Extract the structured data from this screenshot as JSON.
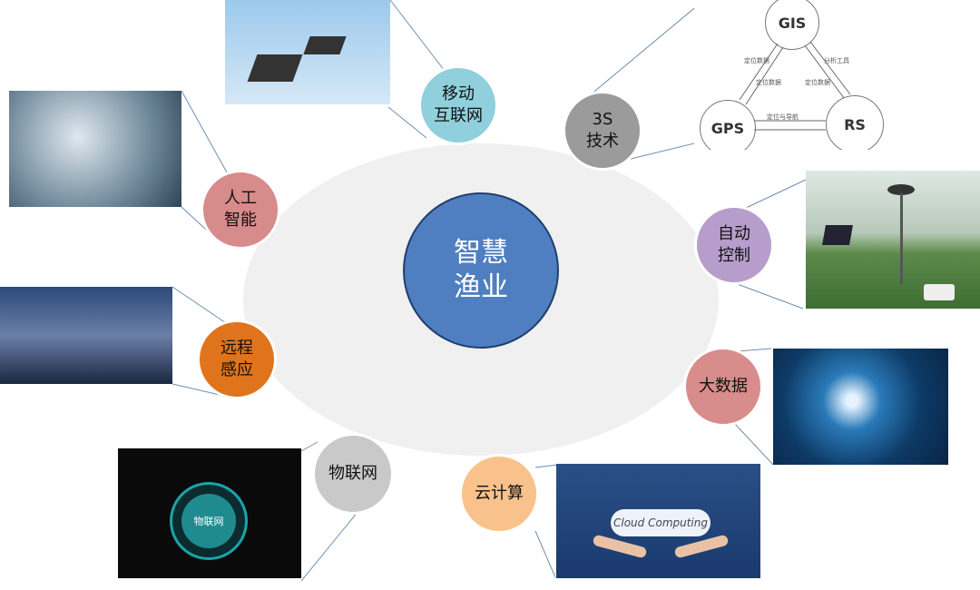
{
  "center": {
    "label": "智慧\n渔业",
    "color": "#4f7fc0"
  },
  "nodes": [
    {
      "id": "mobile",
      "label": "移动\n互联网",
      "color": "#8fd0dc"
    },
    {
      "id": "3s",
      "label": "3S\n技术",
      "color": "#9b9b9b"
    },
    {
      "id": "auto",
      "label": "自动\n控制",
      "color": "#b79dcc"
    },
    {
      "id": "bigdata",
      "label": "大数据",
      "color": "#d98c8c"
    },
    {
      "id": "cloud",
      "label": "云计算",
      "color": "#f9c28c"
    },
    {
      "id": "iot",
      "label": "物联网",
      "color": "#c9c9c9"
    },
    {
      "id": "remote",
      "label": "远程\n感应",
      "color": "#e0741c"
    },
    {
      "id": "ai",
      "label": "人工\n智能",
      "color": "#d78b8b"
    }
  ],
  "gis_diagram": {
    "gis": "GIS",
    "gps": "GPS",
    "rs": "RS",
    "labels": [
      "定位数据",
      "定位数据",
      "分析工具",
      "定位数据",
      "定位与导航"
    ]
  },
  "cloud_image": {
    "text": "Cloud Computing"
  },
  "iot_image": {
    "text": "物联网"
  }
}
